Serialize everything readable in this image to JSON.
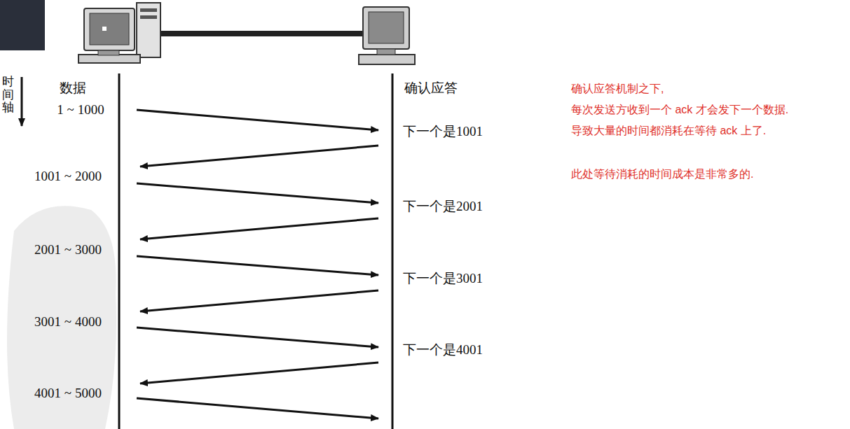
{
  "diagram": {
    "labels": [
      "时间轴",
      "数据",
      "确认应答",
      "1 ~ 1000",
      "下一个是1001",
      "1001 ~ 2000",
      "下一个是2001",
      "2001 ~ 3000",
      "下一个是3001",
      "3001 ~ 4000",
      "下一个是4001",
      "4001 ~ 5000",
      "确认应答机制之下,",
      "每次发送方收到一个 ack 才会发下一个数据.",
      "导致大量的时间都消耗在等待 ack 上了.",
      "此处等待消耗的时间成本是非常多的."
    ]
  }
}
